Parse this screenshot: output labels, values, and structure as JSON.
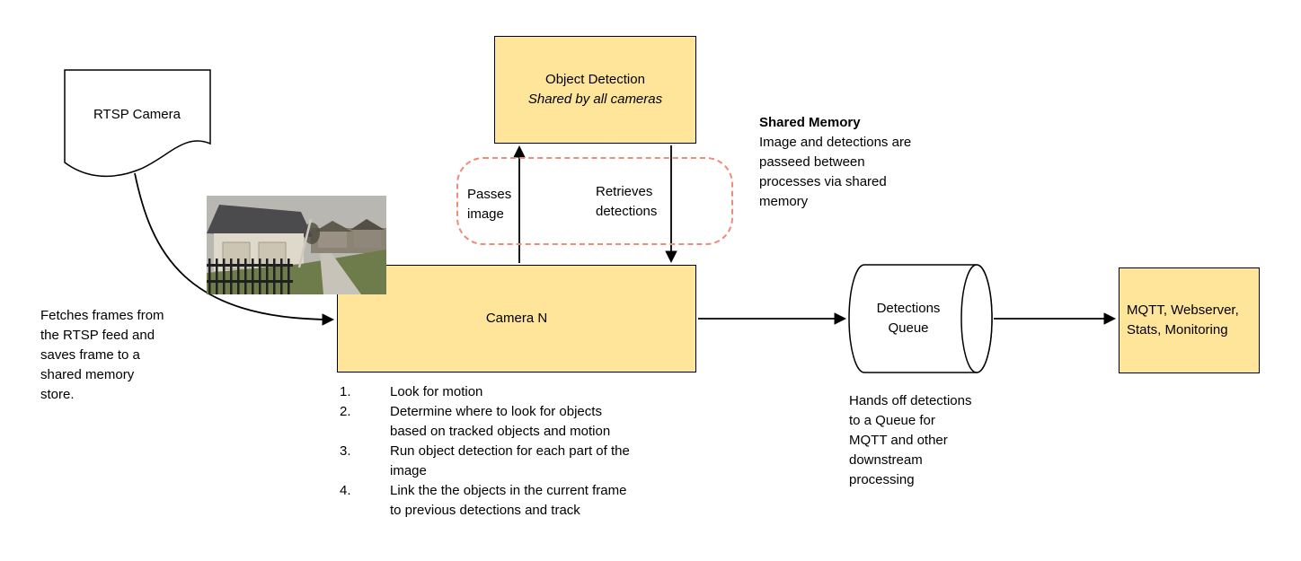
{
  "diagram": {
    "rtsp_camera": {
      "label": "RTSP Camera"
    },
    "fetch_note": "Fetches frames from\nthe RTSP feed and\nsaves frame to a\nshared memory\nstore.",
    "object_detection": {
      "title": "Object Detection",
      "subtitle": "Shared by all cameras"
    },
    "shared_memory": {
      "title": "Shared Memory",
      "body": "Image and detections are\npasseed between\nprocesses via shared\nmemory"
    },
    "edges": {
      "passes_image": "Passes\nimage",
      "retrieves_detections": "Retrieves\ndetections"
    },
    "camera_n": {
      "label": "Camera N",
      "steps": [
        {
          "num": "1.",
          "text": "Look for motion"
        },
        {
          "num": "2.",
          "text": "Determine where to look for objects\nbased on tracked objects and motion"
        },
        {
          "num": "3.",
          "text": "Run object detection for each part of the\nimage"
        },
        {
          "num": "4.",
          "text": "Link the the objects in the current frame\nto previous detections and track"
        }
      ]
    },
    "detections_queue": {
      "label": "Detections\nQueue",
      "note": "Hands off detections\nto a Queue for\nMQTT and other\ndownstream\nprocessing"
    },
    "outputs": {
      "label": "MQTT, Webserver,\nStats, Monitoring"
    }
  },
  "colors": {
    "node_fill": "#ffe599",
    "node_border": "#000000",
    "shared_memory_dash": "#ef8b78",
    "arrow": "#000000"
  }
}
